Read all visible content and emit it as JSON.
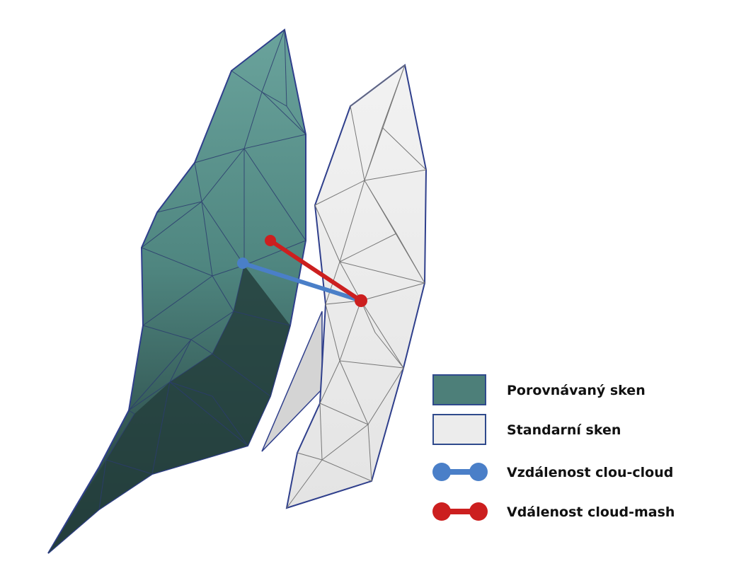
{
  "legend": {
    "items": [
      {
        "label": "Porovnávaný sken",
        "swatch_fill": "#4d7f79",
        "swatch_stroke": "#2f4a8c"
      },
      {
        "label": "Standarní sken",
        "swatch_fill": "#ececec",
        "swatch_stroke": "#2f4a8c"
      },
      {
        "label": "Vzdálenost clou-cloud",
        "line_color": "#4a7fc8"
      },
      {
        "label": "Vdálenost cloud-mash",
        "line_color": "#cc1f1f"
      }
    ]
  },
  "colors": {
    "compared_mesh": "#5b9690",
    "compared_mesh_shadow": "#1e3330",
    "standard_mesh": "#ececec",
    "mesh_outline": "#2f3f8c",
    "cloud_cloud_distance": "#4a7fc8",
    "cloud_mesh_distance": "#cc1f1f"
  }
}
